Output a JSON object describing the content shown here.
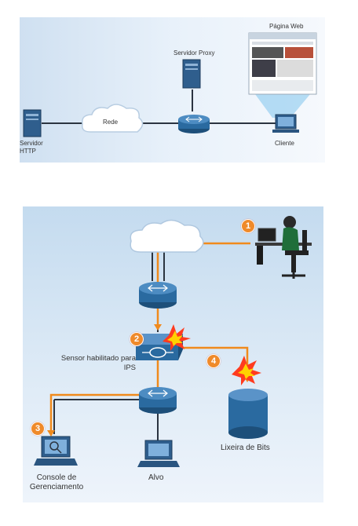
{
  "top_diagram": {
    "http_server_label": "Servidor\nHTTP",
    "network_label": "Rede",
    "proxy_label": "Servidor Proxy",
    "client_label": "Cliente",
    "web_page_label": "Página Web"
  },
  "bottom_diagram": {
    "sensor_label": "Sensor habilitado para\nIPS",
    "bit_bucket_label": "Lixeira de Bits",
    "console_label": "Console de\nGerenciamento",
    "target_label": "Alvo",
    "steps": [
      "1",
      "2",
      "3",
      "4"
    ]
  },
  "colors": {
    "attack_path": "#f08a1c",
    "link": "#2b3440"
  }
}
